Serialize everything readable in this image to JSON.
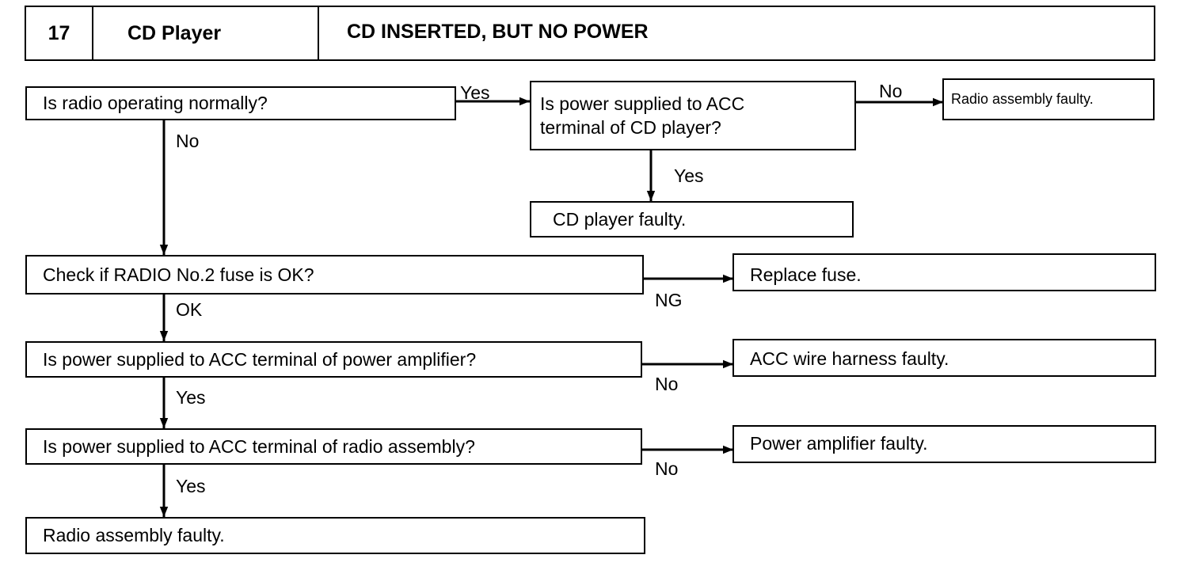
{
  "header": {
    "number": "17",
    "section": "CD Player",
    "title": "CD INSERTED, BUT NO POWER"
  },
  "nodes": {
    "q_radio": "Is radio operating normally?",
    "q_acc_cd_line1": "Is power supplied to ACC",
    "q_acc_cd_line2": "terminal of CD player?",
    "r_radio_faulty_top": "Radio assembly faulty.",
    "r_cd_faulty": "CD player faulty.",
    "q_fuse": "Check if RADIO No.2 fuse is OK?",
    "r_replace_fuse": "Replace fuse.",
    "q_acc_amp": "Is power supplied to ACC terminal of power amplifier?",
    "r_acc_harness": "ACC wire harness faulty.",
    "q_acc_radio": "Is power supplied to ACC terminal of radio assembly?",
    "r_amp_faulty": "Power amplifier faulty.",
    "r_radio_faulty_bottom": "Radio assembly faulty."
  },
  "edge_labels": {
    "radio_yes": "Yes",
    "radio_no": "No",
    "acc_cd_no": "No",
    "acc_cd_yes": "Yes",
    "fuse_ng": "NG",
    "fuse_ok": "OK",
    "amp_no": "No",
    "amp_yes": "Yes",
    "radio_acc_no": "No",
    "radio_acc_yes": "Yes"
  }
}
